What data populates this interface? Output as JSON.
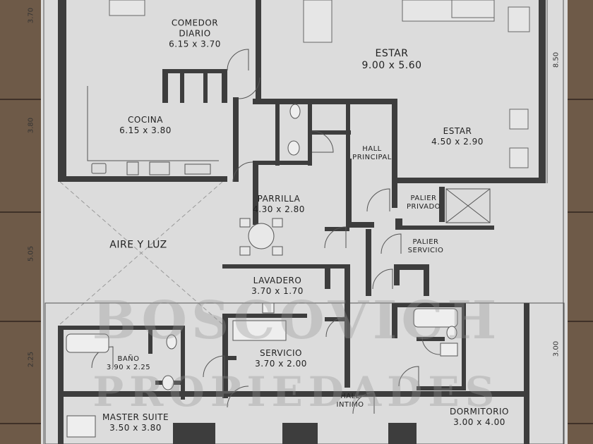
{
  "rooms": {
    "comedor": {
      "name": "COMEDOR\nDIARIO",
      "size": "6.15 x 3.70"
    },
    "estar_main": {
      "name": "ESTAR",
      "size": "9.00 x 5.60"
    },
    "cocina": {
      "name": "COCINA",
      "size": "6.15 x 3.80"
    },
    "estar_small": {
      "name": "ESTAR",
      "size": "4.50 x 2.90"
    },
    "hall_principal": {
      "name": "HALL\nPRINCIPAL"
    },
    "parrilla": {
      "name": "PARRILLA",
      "size": "4.30 x 2.80"
    },
    "palier_privado": {
      "name": "PALIER\nPRIVADO"
    },
    "aire_luz": {
      "name": "AIRE Y LUZ"
    },
    "palier_servicio": {
      "name": "PALIER\nSERVICIO"
    },
    "lavadero": {
      "name": "LAVADERO",
      "size": "3.70 x 1.70"
    },
    "bano": {
      "name": "BAÑO",
      "size": "3.90 x 2.25"
    },
    "servicio": {
      "name": "SERVICIO",
      "size": "3.70 x 2.00"
    },
    "hall_intimo": {
      "name": "HALL\nINTIMO"
    },
    "master": {
      "name": "MASTER SUITE",
      "size": "3.50 x 3.80"
    },
    "dormitorio": {
      "name": "DORMITORIO",
      "size": "3.00 x 4.00"
    }
  },
  "dimensions": {
    "left_top": "3.70",
    "left_cocina": "3.80",
    "left_aire": "5.05",
    "left_bottom": "2.25",
    "right_top": "8.50",
    "right_bottom": "3.00"
  },
  "watermark": {
    "line1": "BOSCOVICH",
    "line2": "PROPIEDADES"
  }
}
